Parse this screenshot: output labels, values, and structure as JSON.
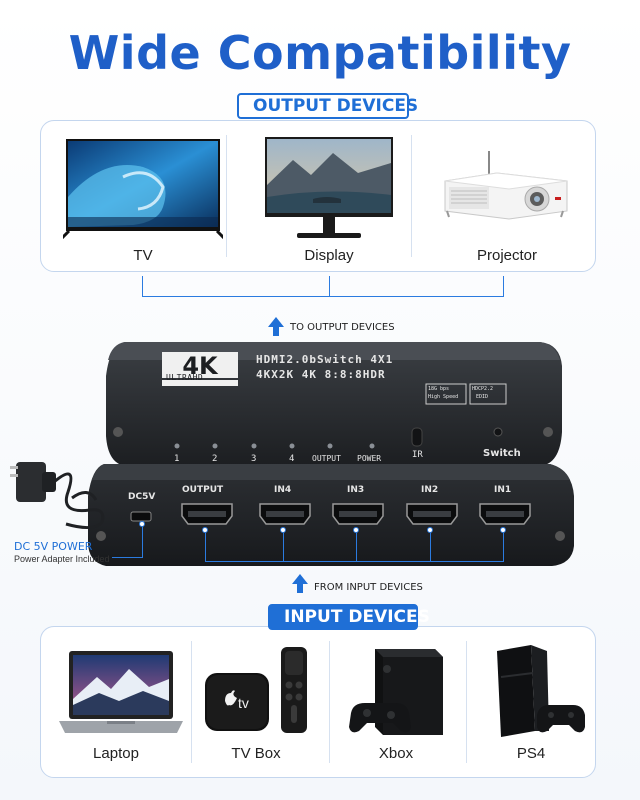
{
  "title": "Wide Compatibility",
  "output_section": {
    "heading": "OUTPUT DEVICES",
    "devices": [
      {
        "label": "TV",
        "icon": "tv-icon"
      },
      {
        "label": "Display",
        "icon": "monitor-icon"
      },
      {
        "label": "Projector",
        "icon": "projector-icon"
      }
    ],
    "flow_label": "TO OUTPUT DEVICES"
  },
  "switch": {
    "logo_main": "4K",
    "logo_sub": "ULTRAHD",
    "line1": "HDMI2.0bSwitch 4X1",
    "line2": "4KX2K 4K 8:8:8HDR",
    "badge1_top": "18G bps",
    "badge1_bottom": "High Speed",
    "badge2_top": "HDCP2.2",
    "badge2_bottom": "EDID",
    "front_leds": [
      "1",
      "2",
      "3",
      "4",
      "OUTPUT",
      "POWER"
    ],
    "ir_label": "IR",
    "switch_label": "Switch",
    "rear_ports": [
      "DC5V",
      "OUTPUT",
      "IN4",
      "IN3",
      "IN2",
      "IN1"
    ]
  },
  "power": {
    "title": "DC 5V POWER",
    "subtitle": "Power Adapter Included"
  },
  "input_section": {
    "heading": "INPUT DEVICES",
    "flow_label": "FROM INPUT DEVICES",
    "devices": [
      {
        "label": "Laptop",
        "icon": "laptop-icon"
      },
      {
        "label": "TV Box",
        "icon": "tv-box-icon"
      },
      {
        "label": "Xbox",
        "icon": "xbox-icon"
      },
      {
        "label": "PS4",
        "icon": "ps4-icon"
      }
    ],
    "appletv_text": "tv"
  },
  "colors": {
    "accent": "#1f6fd6",
    "title": "#1f5fc8",
    "device_body": "#2a2d31"
  }
}
